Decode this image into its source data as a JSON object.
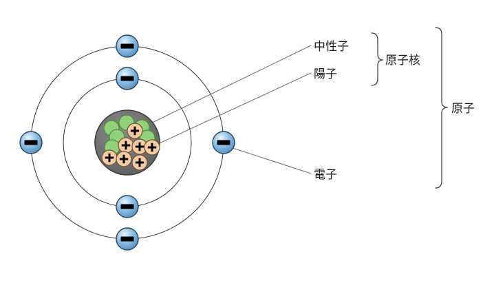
{
  "diagram": {
    "labels": {
      "neutron": "中性子",
      "proton": "陽子",
      "nucleus": "原子核",
      "electron": "電子",
      "atom": "原子"
    },
    "symbols": {
      "electron_charge": "−",
      "proton_charge": "+"
    },
    "colors": {
      "electron_fill": "#8ec1e8",
      "electron_border": "#23435d",
      "neutron_fill": "#93d07a",
      "neutron_border": "#4f8a3c",
      "proton_fill": "#f5cba2",
      "proton_border": "#6e5138",
      "nucleus_fill": "#6e6e6e",
      "nucleus_border": "#3f3f3f",
      "orbit_stroke": "#333333",
      "pointer_line": "#6b6b6b",
      "text": "#1a1a1a"
    },
    "counts": {
      "electrons": 6,
      "protons": 7,
      "neutrons": 6,
      "orbits": 2
    }
  }
}
